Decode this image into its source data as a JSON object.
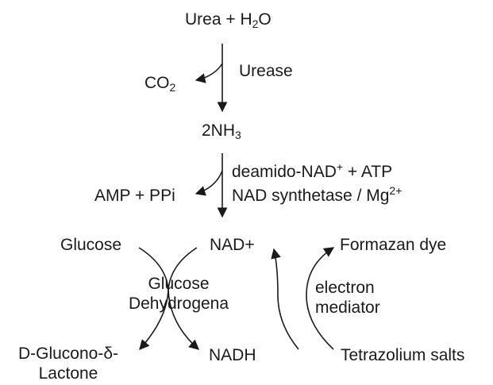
{
  "reaction1": {
    "substrate_a": "Urea + H",
    "substrate_sub": "2",
    "substrate_b": "O",
    "enzyme": "Urease",
    "byproduct_a": "CO",
    "byproduct_sub": "2"
  },
  "reaction2": {
    "product_a": "2NH",
    "product_sub": "3",
    "cosubstrate_a": "deamido-NAD",
    "cosubstrate_sup": "+",
    "cosubstrate_b": " + ATP",
    "enzyme_a": "NAD synthetase / Mg",
    "enzyme_sup": "2+",
    "byproduct": "AMP + PPi"
  },
  "cycle": {
    "nad": "NAD+",
    "nadh": "NADH",
    "glucose": "Glucose",
    "enzyme_line1": "Glucose",
    "enzyme_line2": "Dehydrogena",
    "product_line1": "D-Glucono-δ-",
    "product_line2": "Lactone",
    "dye": "Formazan dye",
    "mediator_line1": "electron",
    "mediator_line2": "mediator",
    "salts": "Tetrazolium salts"
  },
  "colors": {
    "ink": "#1a1a1a",
    "background": "#ffffff"
  }
}
